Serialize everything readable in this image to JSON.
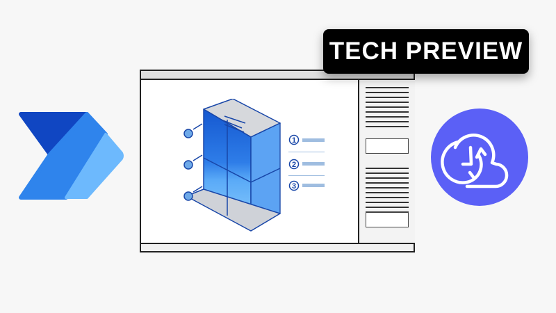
{
  "badge": {
    "label": "TECH PREVIEW"
  },
  "illustration": {
    "callouts": [
      "1",
      "2",
      "3"
    ]
  },
  "icons": {
    "left_logo": "power-automate-logo",
    "right_logo": "cloud-sync-icon"
  },
  "colors": {
    "badge_bg": "#000000",
    "cloud_bg": "#5b60f6",
    "blue_dark": "#1149c4",
    "blue_mid": "#2f7fe8",
    "blue_light": "#6cb8fb"
  }
}
